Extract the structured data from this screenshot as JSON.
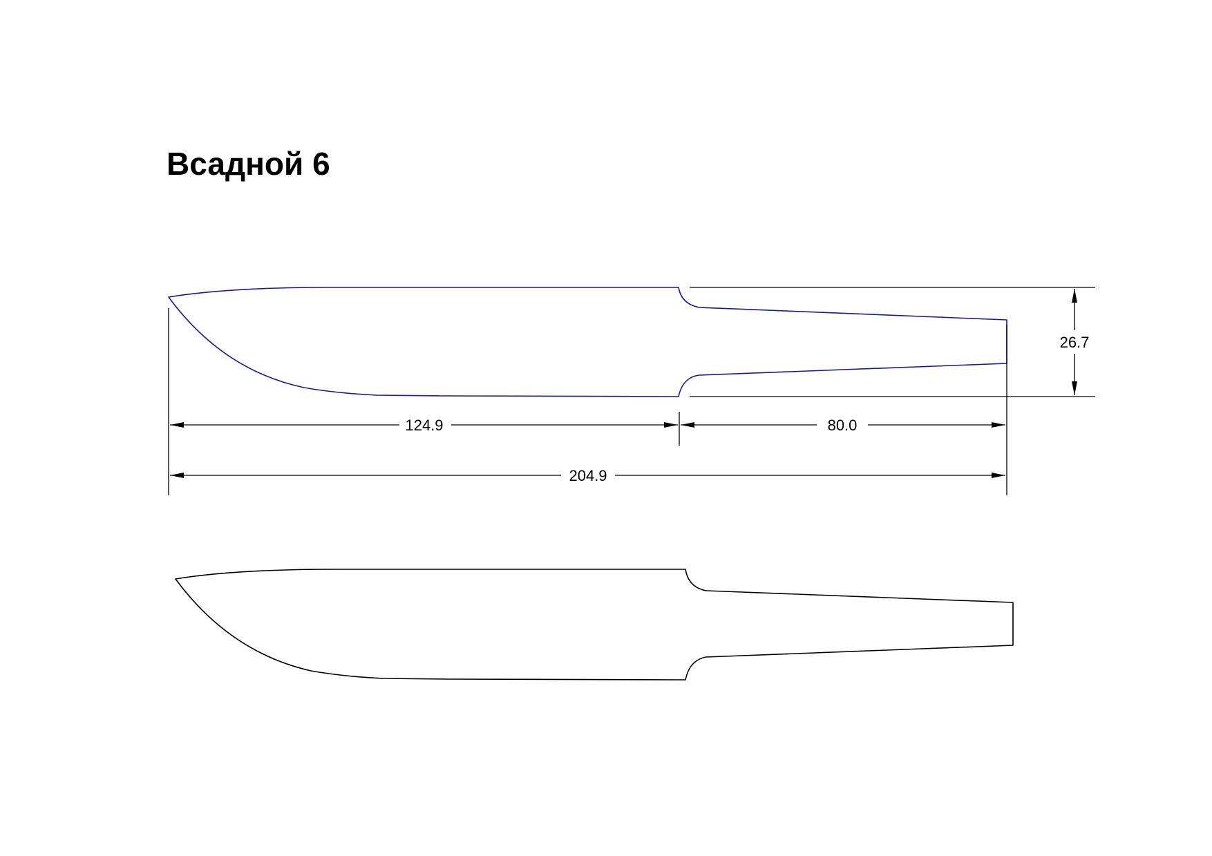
{
  "title": "Всадной 6",
  "colors": {
    "background": "#ffffff",
    "dimensioned_outline": "#1a1a8c",
    "template_outline": "#000000",
    "dimension_lines": "#000000"
  },
  "dimensions": {
    "blade_length": "124.9",
    "tang_length": "80.0",
    "overall_length": "204.9",
    "blade_height": "26.7"
  }
}
